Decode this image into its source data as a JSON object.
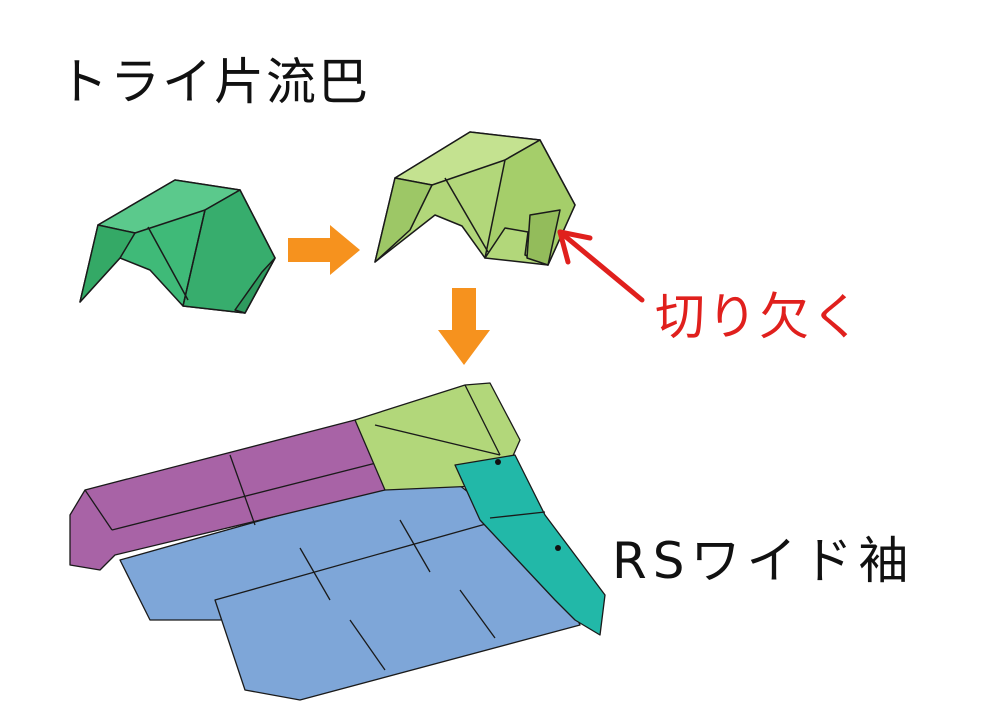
{
  "title": "トライ片流巴",
  "callout": "切り欠く",
  "product": "RSワイド袖",
  "colors": {
    "green": "#3fba78",
    "green_dark": "#2e9a5e",
    "lime": "#b2d77a",
    "lime_dark": "#93bc5b",
    "purple": "#a863a6",
    "blue": "#7ea6d8",
    "teal": "#22b8a8",
    "arrow_orange": "#f6921e",
    "callout_red": "#e0201d"
  }
}
